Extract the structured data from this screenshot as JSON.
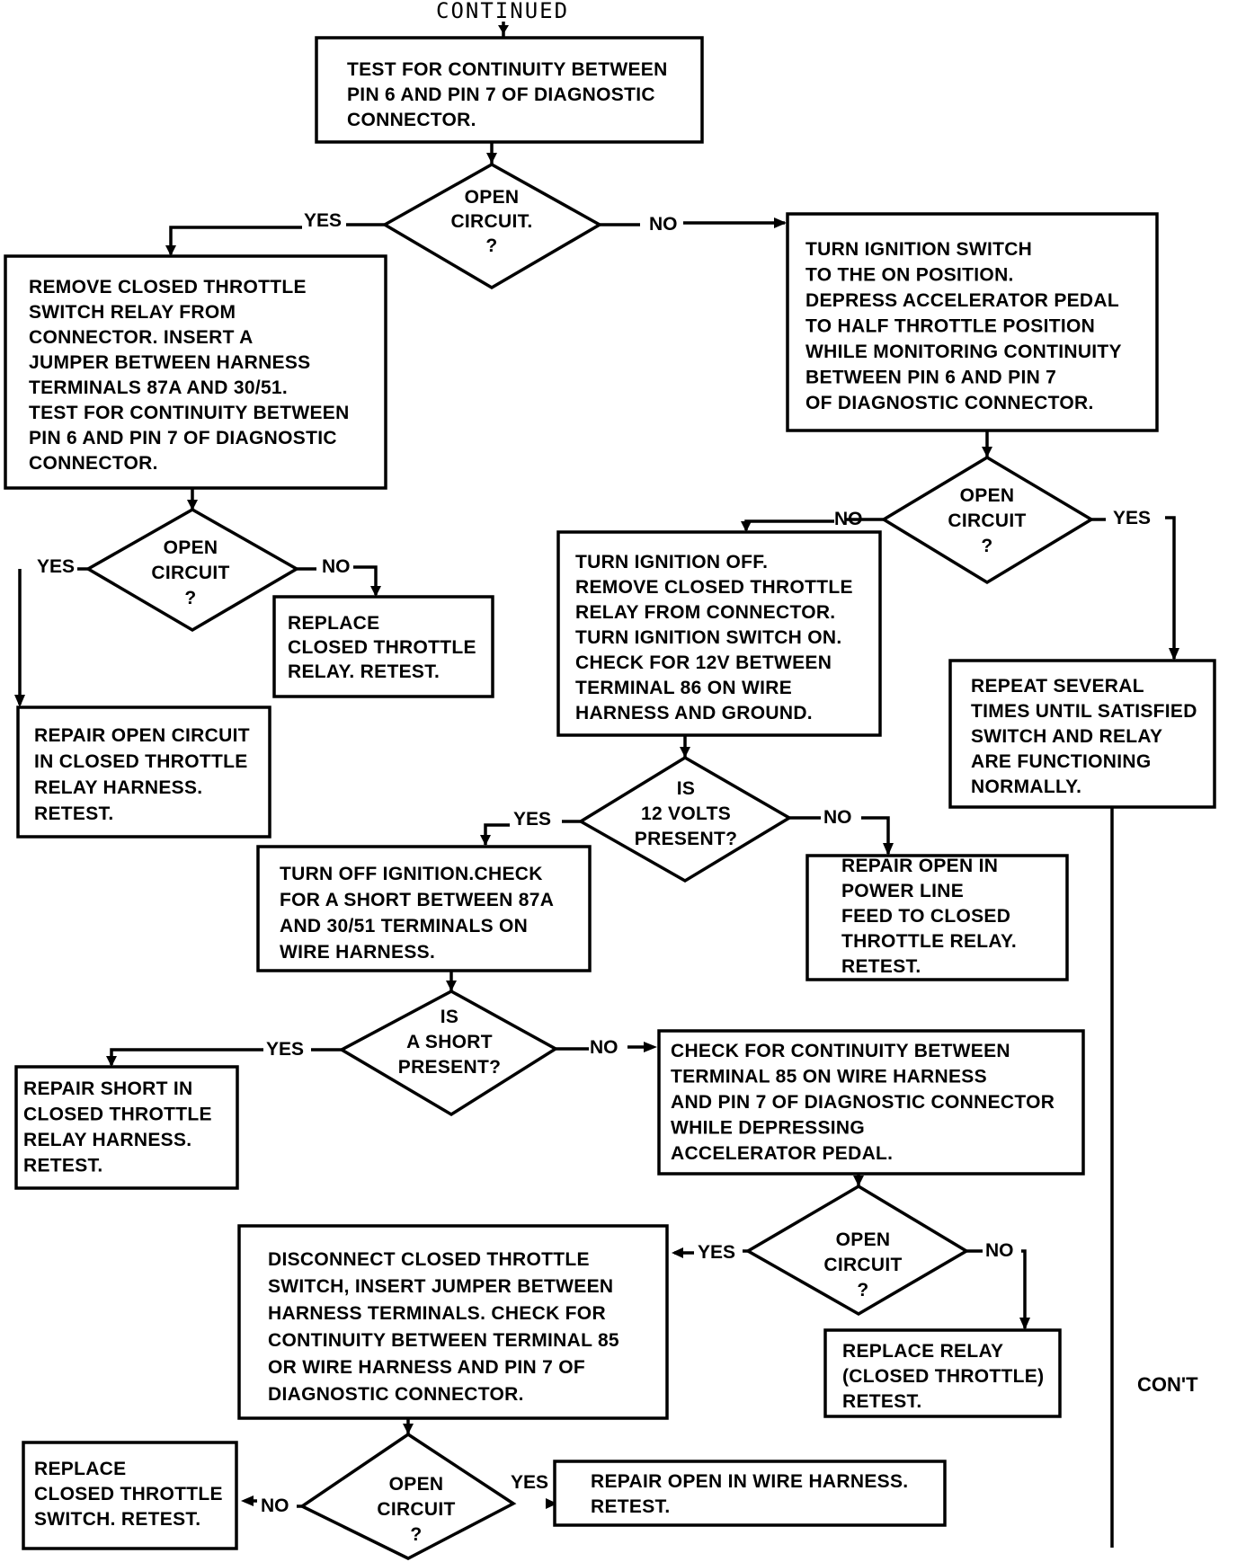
{
  "header": "CONTINUED",
  "footer_right": "CON'T",
  "boxes": {
    "b1": [
      "TEST FOR CONTINUITY BETWEEN",
      "PIN 6 AND PIN 7 OF DIAGNOSTIC",
      "CONNECTOR."
    ],
    "b2": [
      "REMOVE CLOSED THROTTLE",
      "SWITCH RELAY FROM",
      "CONNECTOR. INSERT A",
      "JUMPER BETWEEN HARNESS",
      "TERMINALS 87A AND 30/51.",
      "TEST FOR CONTINUITY BETWEEN",
      "PIN 6 AND PIN 7 OF DIAGNOSTIC",
      "CONNECTOR."
    ],
    "b3": [
      "TURN IGNITION SWITCH",
      "TO THE ON POSITION.",
      "DEPRESS ACCELERATOR PEDAL",
      "TO HALF THROTTLE POSITION",
      "WHILE MONITORING CONTINUITY",
      "BETWEEN PIN 6 AND PIN 7",
      "OF DIAGNOSTIC CONNECTOR."
    ],
    "b4": [
      "REPLACE",
      "CLOSED THROTTLE",
      "RELAY. RETEST."
    ],
    "b5": [
      "REPAIR OPEN CIRCUIT",
      "IN CLOSED THROTTLE",
      "RELAY HARNESS.",
      "RETEST."
    ],
    "b6": [
      "TURN IGNITION OFF.",
      "REMOVE CLOSED THROTTLE",
      "RELAY FROM CONNECTOR.",
      "TURN IGNITION SWITCH ON.",
      "CHECK FOR 12V BETWEEN",
      "TERMINAL 86 ON WIRE",
      "HARNESS AND GROUND."
    ],
    "b7": [
      "REPEAT SEVERAL",
      "TIMES UNTIL SATISFIED",
      "SWITCH AND RELAY",
      "ARE FUNCTIONING",
      "NORMALLY."
    ],
    "b8": [
      "TURN OFF IGNITION.CHECK",
      "FOR A SHORT BETWEEN 87A",
      "AND 30/51 TERMINALS ON",
      "WIRE HARNESS."
    ],
    "b9": [
      "REPAIR OPEN IN",
      "POWER LINE",
      "FEED TO CLOSED",
      "THROTTLE RELAY.",
      "RETEST."
    ],
    "b10": [
      "REPAIR SHORT IN",
      "CLOSED THROTTLE",
      "RELAY HARNESS.",
      "RETEST."
    ],
    "b11": [
      "CHECK FOR CONTINUITY BETWEEN",
      "TERMINAL 85 ON WIRE HARNESS",
      "AND PIN 7 OF DIAGNOSTIC CONNECTOR",
      "WHILE DEPRESSING",
      "ACCELERATOR PEDAL."
    ],
    "b12": [
      "DISCONNECT CLOSED THROTTLE",
      "SWITCH, INSERT JUMPER BETWEEN",
      "HARNESS TERMINALS. CHECK FOR",
      "CONTINUITY BETWEEN TERMINAL 85",
      "OR WIRE HARNESS AND PIN 7 OF",
      "DIAGNOSTIC CONNECTOR."
    ],
    "b13": [
      "REPLACE RELAY",
      "(CLOSED THROTTLE)",
      "RETEST."
    ],
    "b14": [
      "REPLACE",
      "CLOSED THROTTLE",
      "SWITCH. RETEST."
    ],
    "b15": [
      "REPAIR OPEN IN WIRE HARNESS.",
      "RETEST."
    ]
  },
  "decisions": {
    "d1": [
      "OPEN",
      "CIRCUIT.",
      "?"
    ],
    "d2": [
      "OPEN",
      "CIRCUIT",
      "?"
    ],
    "d3": [
      "OPEN",
      "CIRCUIT",
      "?"
    ],
    "d4": [
      "IS",
      "12 VOLTS",
      "PRESENT?"
    ],
    "d5": [
      "IS",
      "A SHORT",
      "PRESENT?"
    ],
    "d6": [
      "OPEN",
      "CIRCUIT",
      "?"
    ],
    "d7": [
      "OPEN",
      "CIRCUIT",
      "?"
    ]
  },
  "labels": {
    "yes": "YES",
    "no": "NO"
  }
}
